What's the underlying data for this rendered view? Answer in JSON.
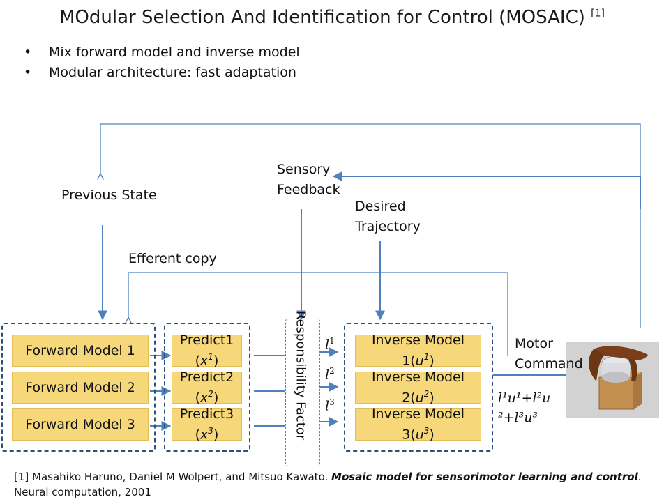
{
  "title": {
    "main": "MOdular Selection And Identification for Control (MOSAIC)",
    "ref": "[1]"
  },
  "bullets": [
    "Mix forward model and inverse model",
    "Modular architecture: fast adaptation"
  ],
  "labels": {
    "previous_state": "Previous State",
    "sensory_feedback_1": "Sensory",
    "sensory_feedback_2": "Feedback",
    "desired_trajectory_1": "Desired",
    "desired_trajectory_2": "Trajectory",
    "efferent_copy": "Efferent copy",
    "motor_command_1": "Motor",
    "motor_command_2": "Command",
    "responsibility_factor": "Responsibility Factor"
  },
  "forward_models": [
    "Forward Model 1",
    "Forward Model 2",
    "Forward Model 3"
  ],
  "predictions": [
    {
      "name": "Predict1",
      "var": "x",
      "sup": "1"
    },
    {
      "name": "Predict2",
      "var": "x",
      "sup": "2"
    },
    {
      "name": "Predict3",
      "var": "x",
      "sup": "3"
    }
  ],
  "lambdas": [
    {
      "sym": "l",
      "sup": "1"
    },
    {
      "sym": "l",
      "sup": "2"
    },
    {
      "sym": "l",
      "sup": "3"
    }
  ],
  "inverse_models": [
    {
      "name": "Inverse Model",
      "num": "1",
      "var": "u",
      "sup": "1"
    },
    {
      "name": "Inverse Model",
      "num": "2",
      "var": "u",
      "sup": "2"
    },
    {
      "name": "Inverse Model",
      "num": "3",
      "var": "u",
      "sup": "3"
    }
  ],
  "output_formula": {
    "line1": "l¹u¹+l²u",
    "line2": "²+l³u³"
  },
  "reference": {
    "prefix": "[1] Masahiko Haruno, Daniel M Wolpert, and Mitsuo Kawato. ",
    "title": "Mosaic model for sensorimotor learning and control",
    "suffix": ".",
    "line2": "Neural computation, 2001"
  },
  "colors": {
    "accent_line": "#4f81bd",
    "dashed_box": "#2f5077",
    "model_box": "#f6d77a"
  }
}
